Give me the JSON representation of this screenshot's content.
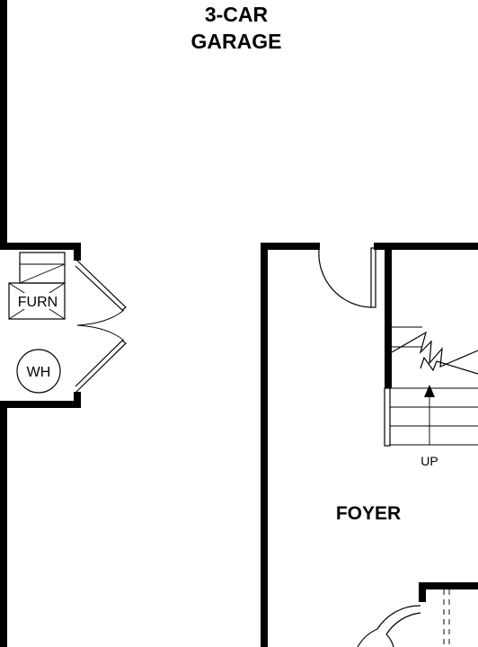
{
  "rooms": {
    "garage": {
      "line1": "3-CAR",
      "line2": "GARAGE"
    },
    "foyer": "FOYER"
  },
  "fixtures": {
    "furnace": "FURN",
    "water_heater": "WH"
  },
  "stairs": {
    "direction": "UP"
  }
}
